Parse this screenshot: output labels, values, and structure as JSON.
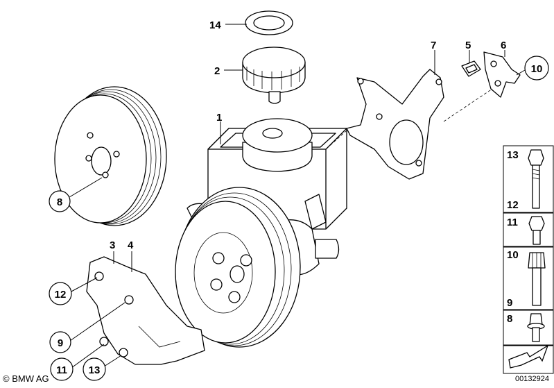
{
  "callouts": {
    "c14": "14",
    "c2": "2",
    "c1": "1",
    "c7": "7",
    "c5": "5",
    "c6": "6",
    "c10": "10",
    "c8": "8",
    "c3": "3",
    "c4": "4",
    "c12": "12",
    "c9": "9",
    "c11": "11",
    "c13": "13"
  },
  "side_panel": {
    "b13": "13",
    "b12": "12",
    "b11": "11",
    "b10": "10",
    "b9": "9",
    "b8": "8"
  },
  "footer": {
    "copyright": "© BMW AG",
    "doc_number": "00132924"
  }
}
